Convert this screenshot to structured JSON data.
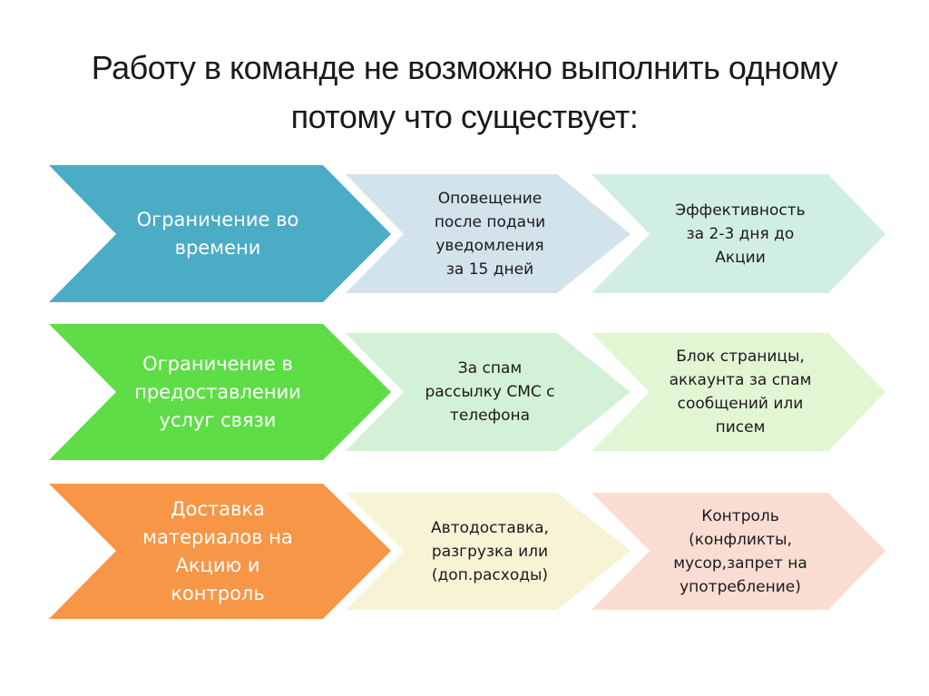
{
  "title": {
    "line1": "Работу в команде не  возможно выполнить одному",
    "line2": "потому что существует:"
  },
  "rows": [
    {
      "main": {
        "text": "Ограничение во\nвремени",
        "color": "#4BACC6"
      },
      "steps": [
        {
          "text": "Оповещение\nпосле подачи\nуведомления\nза  15 дней",
          "color": "#D2E3EB"
        },
        {
          "text": "Эффективность\nза 2-3 дня до\nАкции",
          "color": "#D1EEE4"
        }
      ]
    },
    {
      "main": {
        "text": "Ограничение в\nпредоставлении\nуслуг связи",
        "color": "#5EDD47"
      },
      "steps": [
        {
          "text": "За спам\nрассылку СМС с\nтелефона",
          "color": "#D3F1D6"
        },
        {
          "text": "Блок страницы,\nаккаунта за спам\nсообщений или\nписем",
          "color": "#E3F6D4"
        }
      ]
    },
    {
      "main": {
        "text": "Доставка\nматериалов на\nАкцию и\nконтроль",
        "color": "#F79646"
      },
      "steps": [
        {
          "text": "Автодоставка,\nразгрузка или\n(доп.расходы)",
          "color": "#F8F3D4"
        },
        {
          "text": "Контроль\n(конфликты,\nмусор,запрет на\nупотребление)",
          "color": "#FADDD2"
        }
      ]
    }
  ]
}
